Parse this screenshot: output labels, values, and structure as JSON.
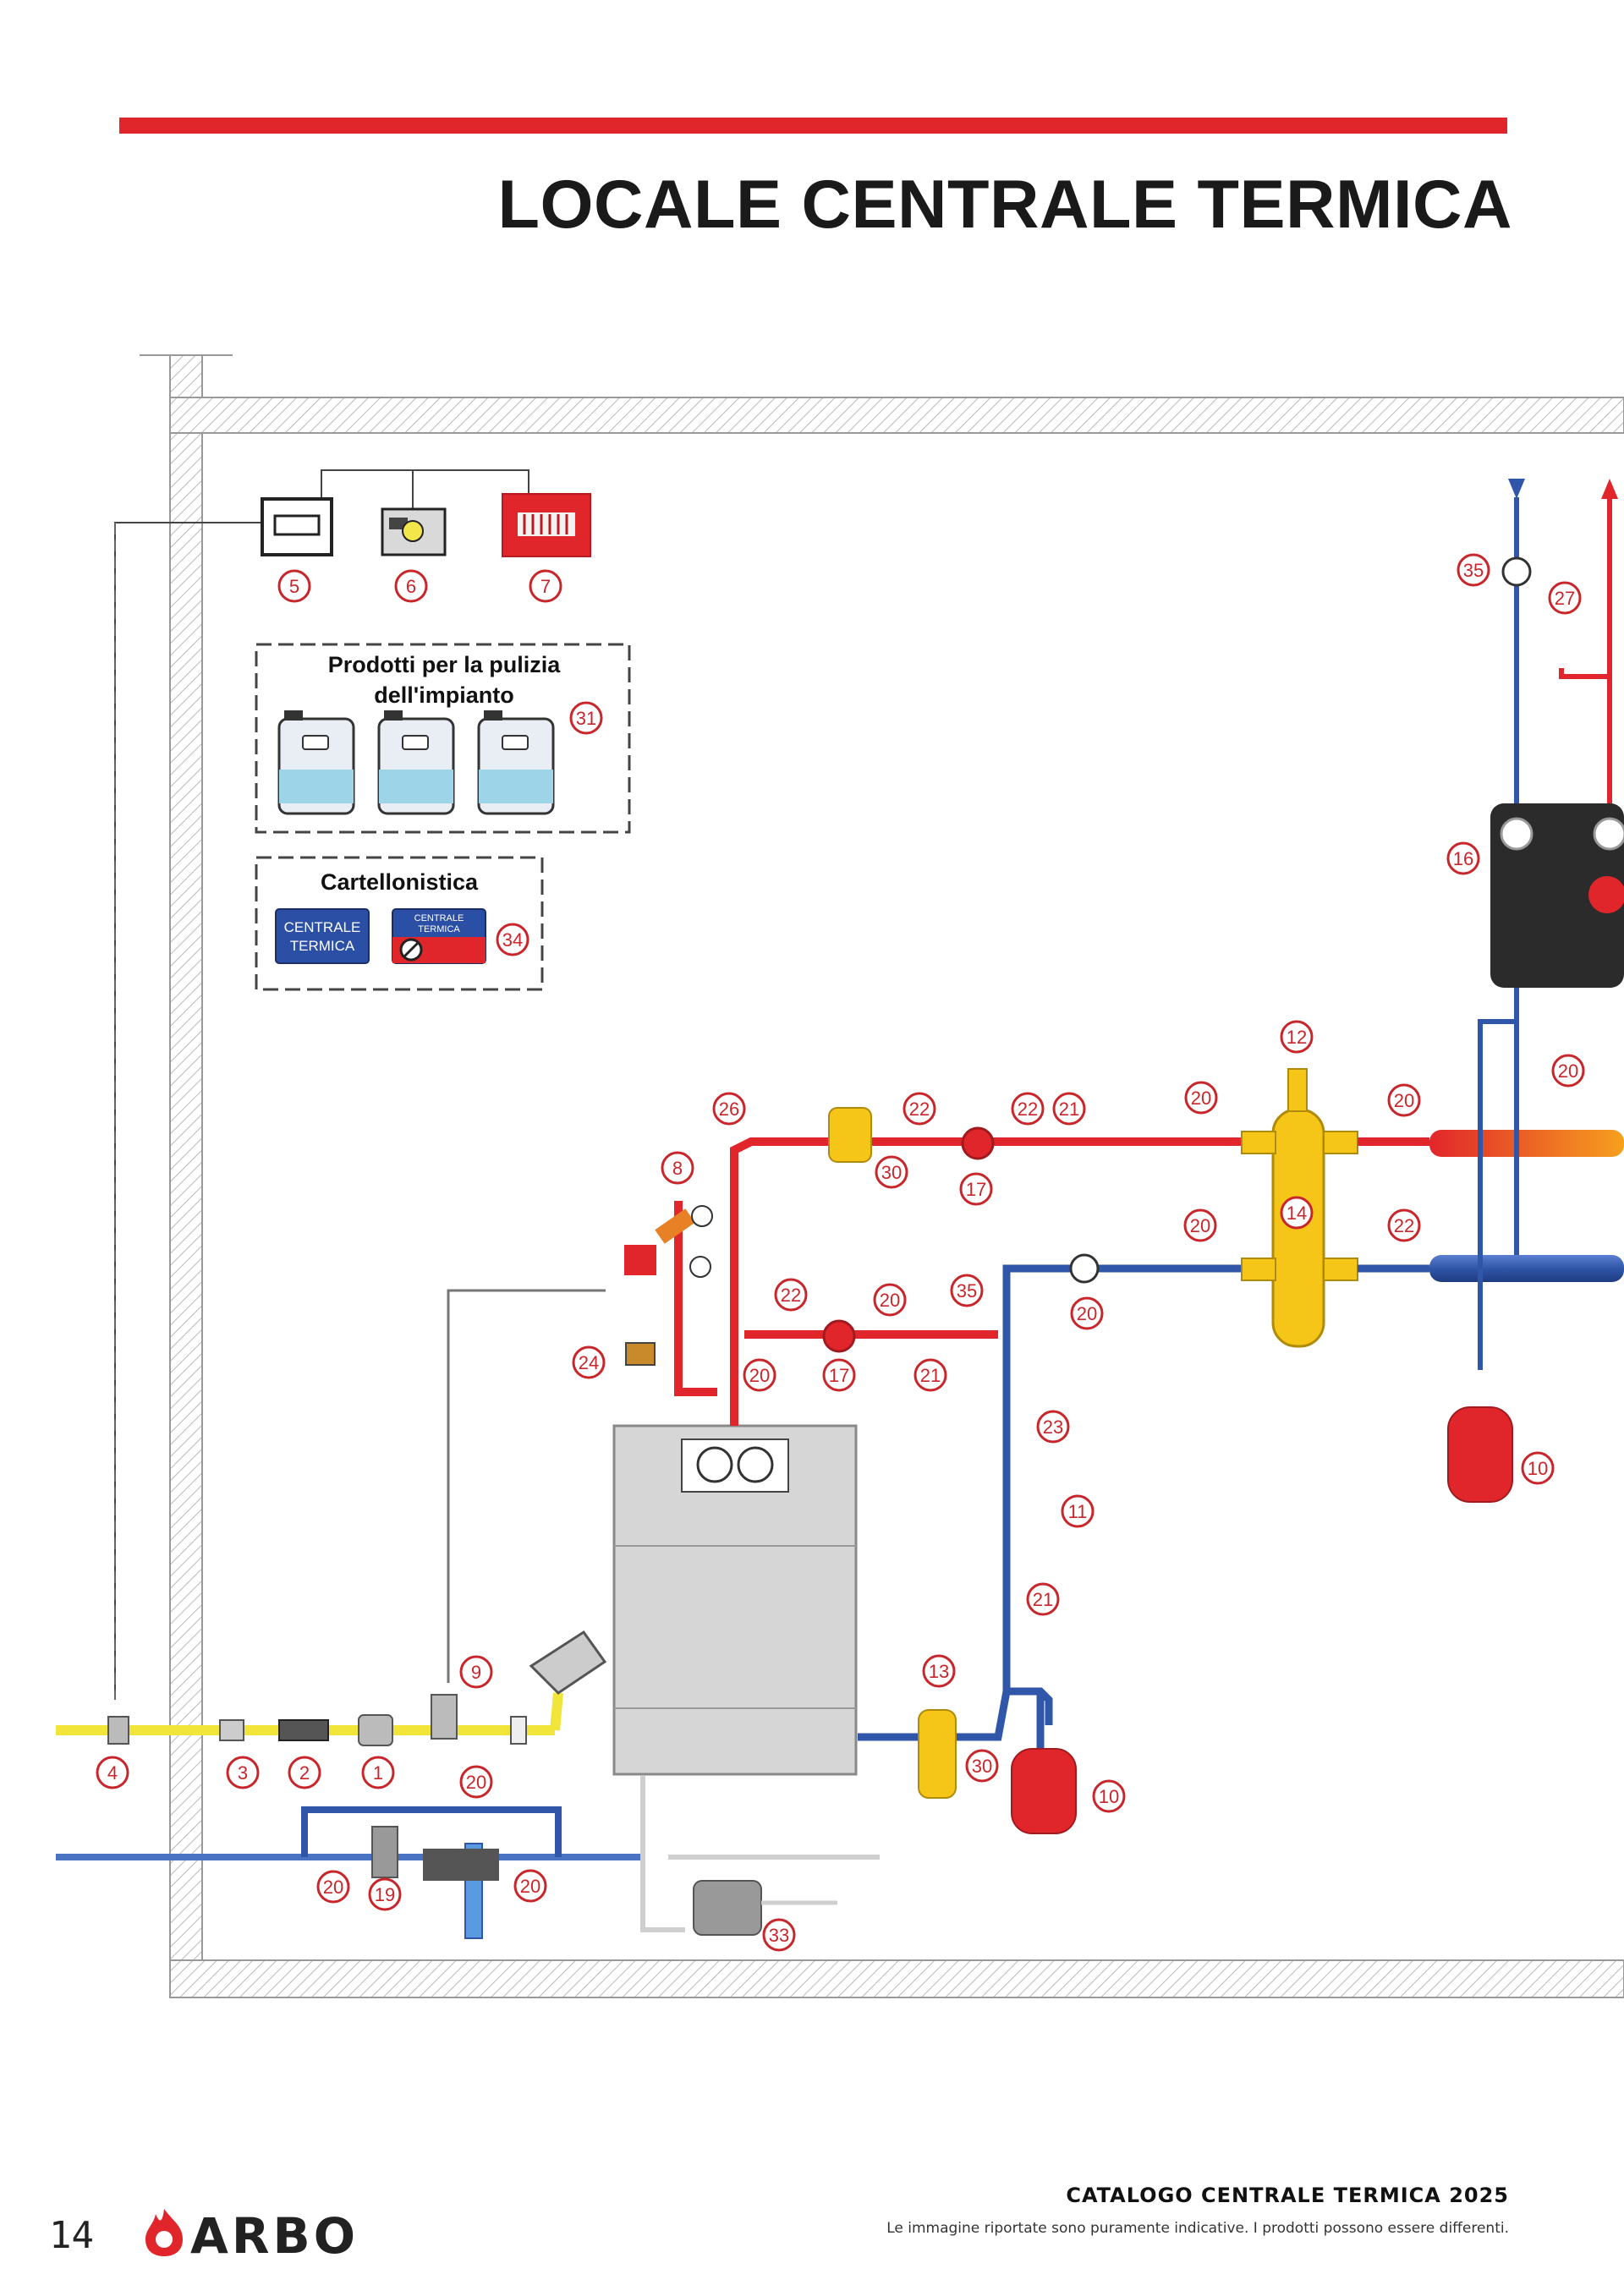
{
  "header": {
    "title": "LOCALE CENTRALE TERMICA"
  },
  "panels": {
    "cleaning": {
      "title": "Prodotti per la pulizia dell'impianto",
      "number": "31"
    },
    "signage": {
      "title": "Cartellonistica",
      "number": "34",
      "sign1": [
        "CENTRALE",
        "TERMICA"
      ],
      "sign2": [
        "CENTRALE",
        "TERMICA"
      ]
    }
  },
  "callouts": [
    "5",
    "6",
    "7",
    "35",
    "27",
    "16",
    "12",
    "26",
    "22",
    "22",
    "21",
    "20",
    "20",
    "20",
    "30",
    "17",
    "8",
    "14",
    "20",
    "22",
    "22",
    "20",
    "35",
    "20",
    "24",
    "20",
    "17",
    "21",
    "23",
    "10",
    "11",
    "21",
    "9",
    "13",
    "4",
    "3",
    "2",
    "1",
    "20",
    "30",
    "10",
    "20",
    "19",
    "20",
    "33"
  ],
  "footer": {
    "page_number": "14",
    "brand": "ARBO",
    "catalog_title": "CATALOGO CENTRALE TERMICA 2025",
    "note": "Le immagine riportate sono puramente indicative. I prodotti possono essere differenti."
  },
  "colors": {
    "accent": "#e1262b",
    "hot": "#e1262b",
    "cold": "#2f56a8",
    "gas": "#f2e53a",
    "collector": "#f5c518",
    "cabinet": "#2b2b2b"
  }
}
